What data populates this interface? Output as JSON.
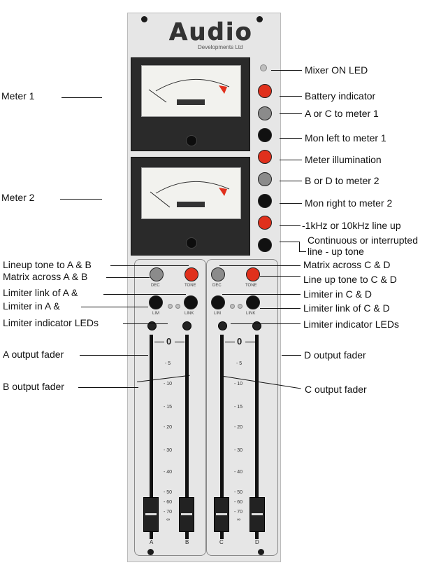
{
  "logo": {
    "name": "Audio",
    "subtitle": "Developments Ltd"
  },
  "left_labels": {
    "meter1": "Meter 1",
    "meter2": "Meter 2",
    "lineup_ab": "Lineup tone to A & B",
    "matrix_ab": "Matrix across A & B",
    "limlink_ab": "Limiter link of A &",
    "limin_ab": "Limiter in A &",
    "limled_left": "Limiter indicator LEDs",
    "a_fader": "A output fader",
    "b_fader": "B output fader"
  },
  "right_labels": {
    "mixer_on": "Mixer ON LED",
    "battery": "Battery indicator",
    "ac_meter1": "A or C to meter 1",
    "monleft": "Mon left to meter 1",
    "illum": "Meter illumination",
    "bd_meter2": "B or D to meter 2",
    "monright": "Mon right to meter 2",
    "lineup_freq": "-1kHz or 10kHz line up",
    "cont_1": "Continuous or interrupted",
    "cont_2": "line - up tone",
    "matrix_cd": "Matrix across C & D",
    "lineup_cd": "Line  up tone to C & D",
    "limin_cd": "Limiter in C & D",
    "limlink_cd": "Limiter link of C & D",
    "limled_right": "Limiter indicator LEDs",
    "d_fader": "D output fader",
    "c_fader": "C output fader"
  },
  "panel_text": {
    "dec": "DEC",
    "tone": "TONE",
    "lim": "LIM",
    "link": "LINK",
    "zero": "0",
    "scale": [
      "- 5",
      "- 10",
      "- 15",
      "- 20",
      "- 30",
      "- 40",
      "- 50",
      "- 60",
      "- 70",
      "∞"
    ],
    "ch_a": "A",
    "ch_b": "B",
    "ch_c": "C",
    "ch_d": "D"
  },
  "colors": {
    "red_button": "#e0301c",
    "grey_button": "#8b8b8b",
    "panel": "#e6e6e6"
  }
}
